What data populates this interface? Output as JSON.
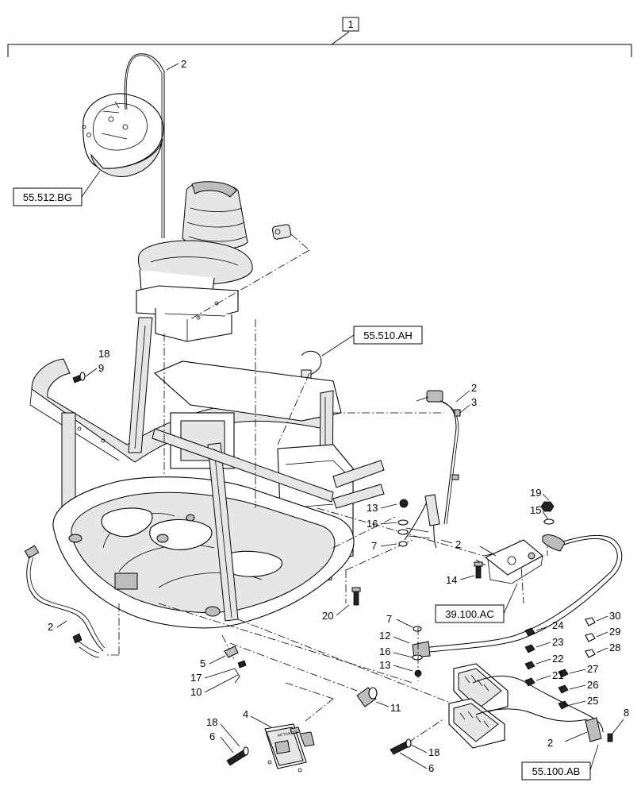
{
  "assembly_label": "1",
  "references": {
    "seat_ref": "55.512.BG",
    "wire_ref_top": "55.510.AH",
    "mount_ref": "39.100.AC",
    "harness_ref": "55.100.AB"
  },
  "callouts": {
    "c2_seat_cable": "2",
    "c18_left": "18",
    "c9": "9",
    "c2_upper_harness": "2",
    "c3": "3",
    "c13_left": "13",
    "c16_left": "16",
    "c7_left": "7",
    "c2_mid_harness": "2",
    "c19": "19",
    "c15": "15",
    "c14": "14",
    "c2_left_harness": "2",
    "c20": "20",
    "c7_lower": "7",
    "c12": "12",
    "c16_lower": "16",
    "c13_lower": "13",
    "c24": "24",
    "c23": "23",
    "c22": "22",
    "c21": "21",
    "c30": "30",
    "c29": "29",
    "c28": "28",
    "c27": "27",
    "c26": "26",
    "c25": "25",
    "c5": "5",
    "c17": "17",
    "c10": "10",
    "c11": "11",
    "c4": "4",
    "c18_bottom_left": "18",
    "c6_bottom_left": "6",
    "c18_bottom_mid": "18",
    "c6_bottom_mid": "6",
    "c8": "8",
    "c2_right_harness": "2"
  },
  "controller_label": "ACTIVE 12"
}
